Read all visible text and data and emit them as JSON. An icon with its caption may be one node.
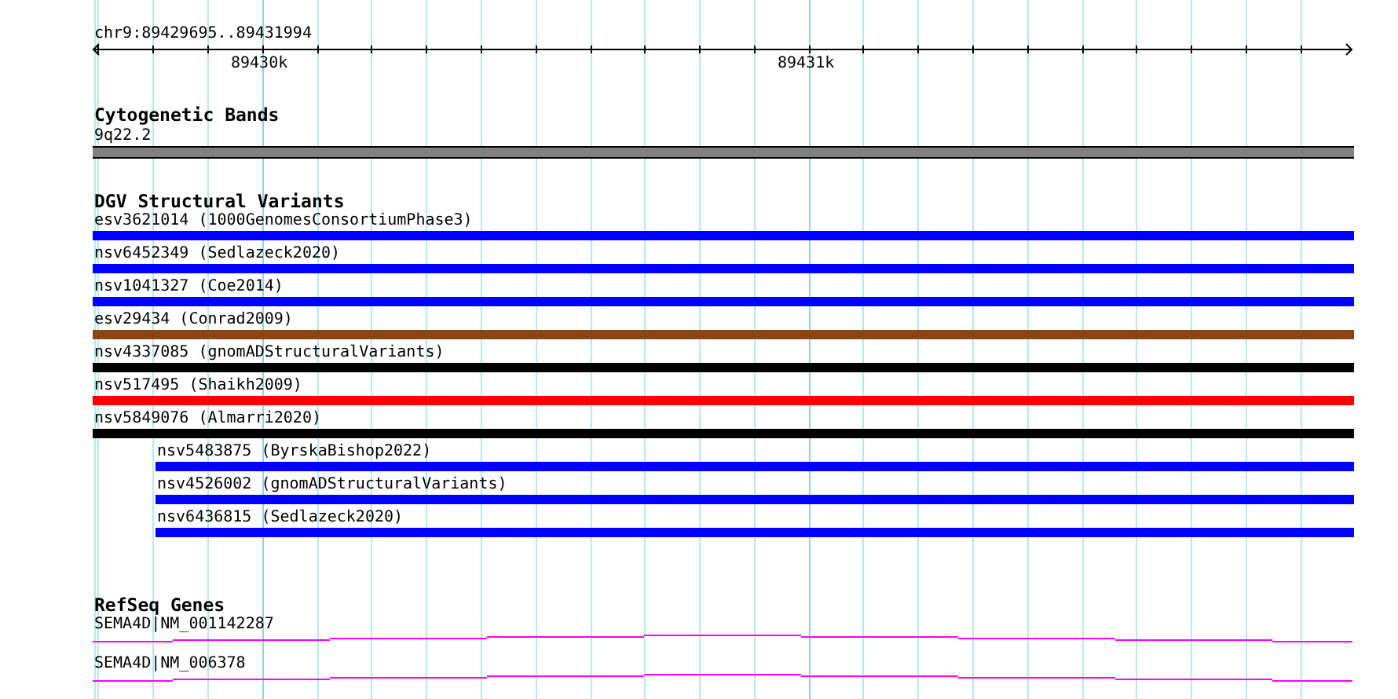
{
  "diagram": {
    "nodes": [
      {
        "text": [
          "9q22.2"
        ]
      },
      {
        "text": [
          "esv3621014 (1000GenomesConsortiumPhase3)"
        ]
      },
      {
        "text": [
          "nsv6452349 (Sedlazeck2020)"
        ]
      },
      {
        "text": [
          "nsv1041327 (Coe2014)"
        ]
      },
      {
        "text": [
          "esv29434 (Conrad2009)"
        ]
      },
      {
        "text": [
          "nsv4337085 (gnomADStructuralVariants)"
        ]
      },
      {
        "text": [
          "nsv517495 (Shaikh2009)"
        ]
      },
      {
        "text": [
          "nsv5849076 (Almarri2020)"
        ]
      },
      {
        "text": [
          "nsv5483875 (ByrskaBishop2022)"
        ]
      },
      {
        "text": [
          "nsv4526002 (gnomADStructuralVariants)"
        ]
      },
      {
        "text": [
          "nsv6436815 (Sedlazeck2020)"
        ]
      },
      {
        "text": [
          "SEMA4D|NM_001142287"
        ]
      },
      {
        "text": [
          "SEMA4D|NM_006378"
        ]
      }
    ],
    "labels": [
      "chr9:89429695..89431994",
      "89430k",
      "89431k",
      "Cytogenetic Bands",
      "DGV Structural Variants",
      "RefSeq Genes"
    ]
  }
}
